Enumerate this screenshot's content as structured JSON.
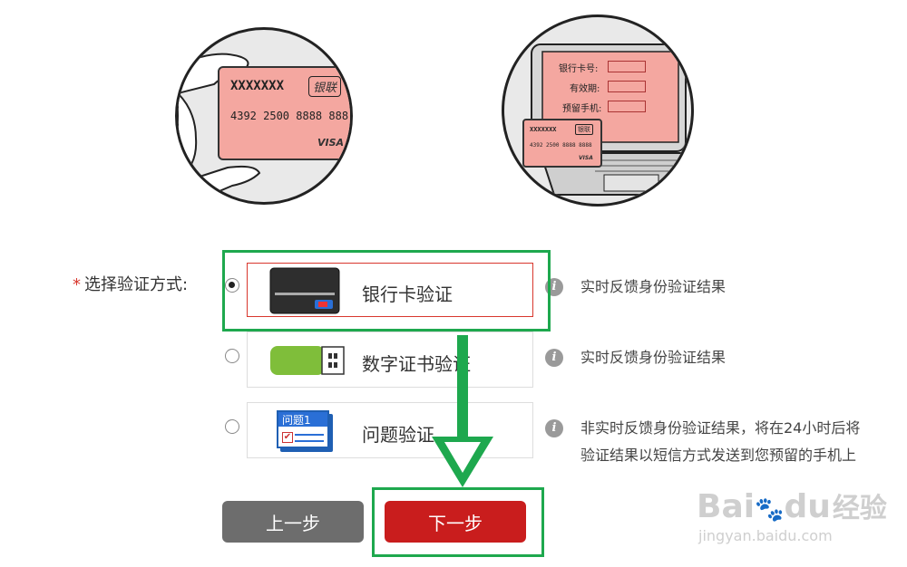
{
  "illustration_left": {
    "card_name": "XXXXXXX",
    "card_logo": "银联",
    "card_number": "4392 2500 8888 888",
    "card_brand": "VISA"
  },
  "illustration_right": {
    "field_card_no": "银行卡号:",
    "field_expiry": "有效期:",
    "field_phone": "预留手机:",
    "card_name": "XXXXXXX",
    "card_logo": "银联",
    "card_number": "4392 2500 8888 8888",
    "card_brand": "VISA"
  },
  "form": {
    "required_mark": "*",
    "label": "选择验证方式:",
    "options": [
      {
        "label": "银行卡验证",
        "info": "实时反馈身份验证结果",
        "checked": true
      },
      {
        "label": "数字证书验证",
        "info": "实时反馈身份验证结果",
        "checked": false
      },
      {
        "label": "问题验证",
        "info_line1": "非实时反馈身份验证结果，将在24小时后将",
        "info_line2": "验证结果以短信方式发送到您预留的手机上",
        "badge": "问题1",
        "checked": false
      }
    ],
    "info_icon_glyph": "i"
  },
  "buttons": {
    "prev": "上一步",
    "next": "下一步"
  },
  "watermark": {
    "brand": "Bai",
    "brand_suffix": "du",
    "product": "经验",
    "url": "jingyan.baidu.com"
  },
  "colors": {
    "accent_green": "#1ea84e",
    "selected_red": "#d8372d",
    "next_button": "#c91d1d",
    "prev_button": "#6d6d6d",
    "card_pink": "#f4a7a0"
  }
}
